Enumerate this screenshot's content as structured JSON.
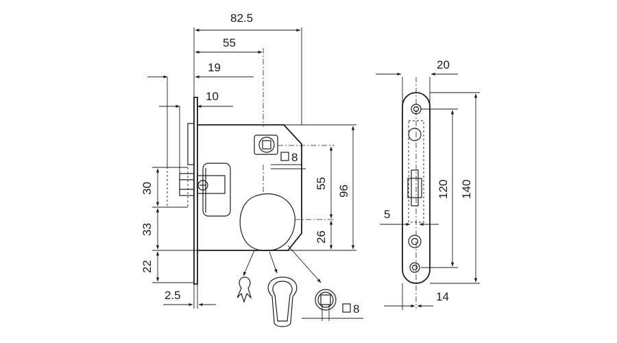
{
  "side_view": {
    "dim_width_total": "82.5",
    "dim_backset": "55",
    "dim_latch_projection": "19",
    "dim_forend_offset": "10",
    "dim_square_spindle": "8",
    "dim_center_distance": "55",
    "dim_case_height": "96",
    "dim_cylinder_offset": "26",
    "dim_latch_height": "30",
    "dim_latch_to_bottom": "33",
    "dim_bottom": "22",
    "dim_forend_thickness": "2.5"
  },
  "variants": {
    "spindle_square": "8"
  },
  "front_view": {
    "dim_forend_width": "20",
    "dim_screw_distance": "120",
    "dim_forend_length": "140",
    "dim_bolt_width": "5",
    "dim_screw_offset": "14"
  },
  "colors": {
    "line": "#1a1a1a",
    "background": "#ffffff"
  }
}
